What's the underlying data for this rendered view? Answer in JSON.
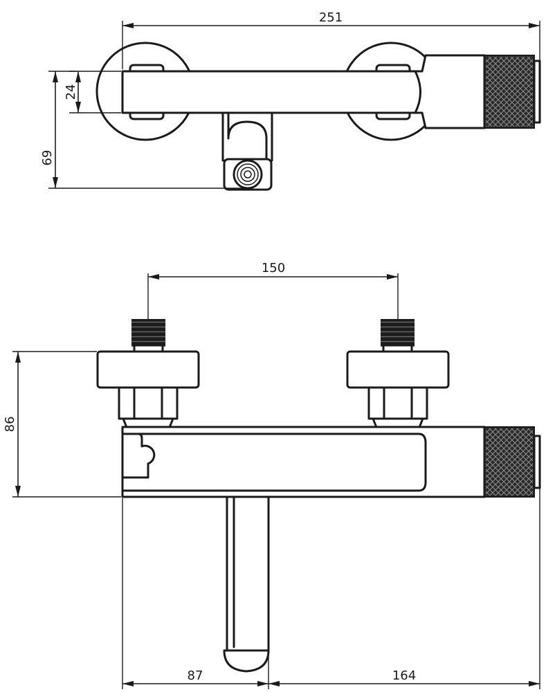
{
  "dimensions": {
    "top_width": "251",
    "top_body_height": "24",
    "top_total_depth": "69",
    "inlet_spacing": "150",
    "front_height": "86",
    "spout_left_offset": "87",
    "spout_right_offset": "164"
  },
  "colors": {
    "line": "#1a1a1a",
    "background": "#ffffff"
  }
}
